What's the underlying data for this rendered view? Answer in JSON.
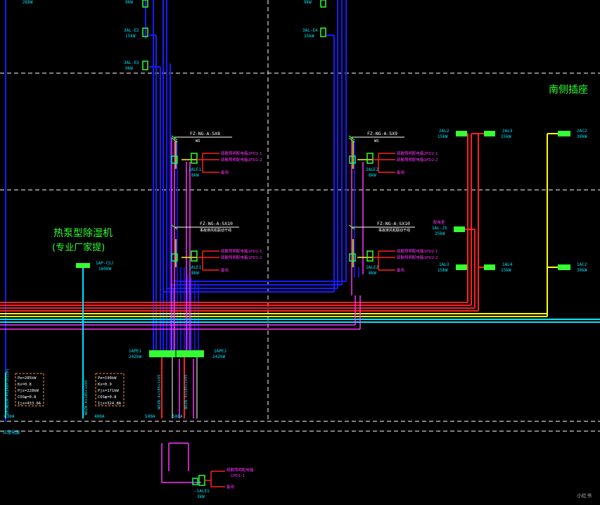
{
  "colors": {
    "background": "#000000",
    "bus_blue": "#1a1aff",
    "cyan": "#00e5ff",
    "green": "#33ff33",
    "magenta": "#ff33ff",
    "red": "#ff2020",
    "yellow": "#ffff00",
    "white": "#ffffff"
  },
  "labels": {
    "top_left_kw": "28kW",
    "top_kw_1": "9kW",
    "top_kw_2": "9kW",
    "xl1": "3AL-E2",
    "xl1_kw": "15kW",
    "xl2": "3AL-E3",
    "xl2_kw": "9kW",
    "xr1": "3AL-E4",
    "xr1_kw": "15kW",
    "heading_right": "南侧插座",
    "heading_heatpump_1": "热泵型除湿机",
    "heading_heatpump_2": "(专业厂家提)",
    "dev_1ap": "1AP-CSJ",
    "dev_1ap_kw": "160kW",
    "fz_top_l": "FZ-NG-A-SX8",
    "fz_top_l_sub": "WS",
    "fz_top_r": "FZ-NG-A-SX9",
    "fz_top_r_sub": "WS",
    "fz_mid_l": "FZ-NG-A-SX10",
    "fz_mid_l_sub": "事故排风机联动干线",
    "fz_mid_r": "FZ-NG-A-SX10",
    "fz_mid_r_sub": "事故排风机联动干线",
    "br_l_top_1": "疏散照明配电箱2PD1-1",
    "br_l_top_2": "疏散照明配电箱2PD1-2",
    "br_l_top_3": "备用",
    "br_r_top_1": "疏散照明配电箱2PD2-1",
    "br_r_top_2": "疏散照明配电箱2PD2-2",
    "br_r_top_3": "备用",
    "br_l_mid_1": "疏散照明配电箱1PD1-1",
    "br_l_mid_2": "疏散照明配电箱1PD1-2",
    "br_l_mid_3": "备用",
    "br_r_mid_1": "疏散照明配电箱1PD2-1",
    "br_r_mid_2": "疏散照明配电箱1PD2-2",
    "br_r_mid_3": "备用",
    "box_2ale1": "2ALE1",
    "box_2ale1_kw": "8kW",
    "box_2ale2": "2ALE2",
    "box_2ale2_kw": "8kW",
    "box_1ale1": "1ALE1",
    "box_1ale1_kw": "8kW",
    "box_1ale2": "1ALE2",
    "box_1ale2_kw": "8kW",
    "al_2al2": "2AL2",
    "al_2al2_kw": "15kW",
    "al_2al3": "2AL3",
    "al_2al3_kw": "15kW",
    "al_1ljs_pre": "配电室",
    "al_1ljs": "1AL-JS",
    "al_1ljs_kw": "25kW",
    "al_1al3": "1AL3",
    "al_1al3_kw": "15kW",
    "al_1al4": "1AL4",
    "al_1al4_kw": "15kW",
    "ac_2ac2": "2AC2",
    "ac_2ac2_kw": "30kW",
    "ac_1ac2": "1AC2",
    "ac_1ac2_kw": "30kW",
    "ape1": "1APE1",
    "ape1_kw": "242kW",
    "ape2": "1APE2",
    "ape2_kw": "242kW",
    "calc_l_1": "Pe=285kW",
    "calc_l_2": "Kx=0.8",
    "calc_l_3": "Pjs=228kW",
    "calc_l_4": "COSφ=0.8",
    "calc_l_5": "Ijs=433.0A",
    "calc_r_1": "Pe=190kW",
    "calc_r_2": "Kx=0.9",
    "calc_r_3": "Pjs=171kW",
    "calc_r_4": "COSφ=0.8",
    "calc_r_5": "Ijs=324.8A",
    "cable_v1": "2x(WDZN-4x240+1x120)",
    "cable_v2": "WDZN-4x185+1x95",
    "cable_v3": "WDZN-4x185+1x95",
    "cable_v4": "WDZN-4x185+1x95",
    "amp_1": "630A",
    "amp_2": "400A",
    "amp_3": "500A",
    "amp_4": "500A",
    "ups_label": "应急电源",
    "bottom_br_1": "疏散照明配电箱",
    "bottom_br_2": "-1PD1-1",
    "bottom_br_3": "备用",
    "bottom_box": "-1ALE1",
    "bottom_box_kw": "3kW",
    "watermark": "小红书"
  }
}
